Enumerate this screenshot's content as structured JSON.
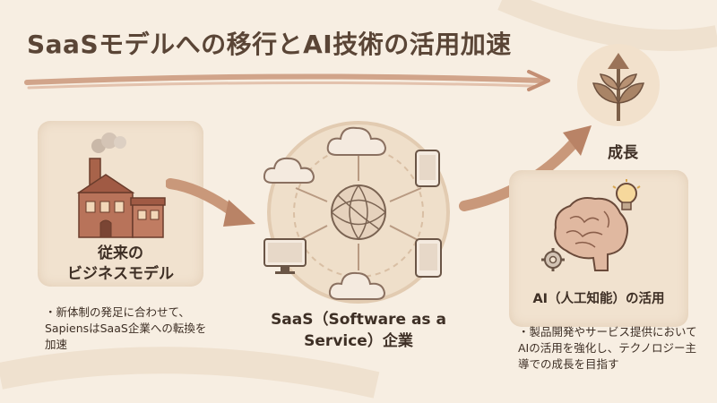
{
  "title": "SaaSモデルへの移行とAI技術の活用加速",
  "left": {
    "heading_line1": "従来の",
    "heading_line2": "ビジネスモデル",
    "description": "・新体制の発足に合わせて、SapiensはSaaS企業への転換を加速"
  },
  "center": {
    "heading": "SaaS（Software as a Service）企業"
  },
  "growth": {
    "label": "成長"
  },
  "right": {
    "heading": "AI（人工知能）の活用",
    "description": "・製品開発やサービス提供においてAIの活用を強化し、テクノロジー主導での成長を目指す"
  },
  "colors": {
    "background": "#f7eee2",
    "panel": "#f1e2cf",
    "accent": "#c9987a",
    "text": "#3e2f25"
  }
}
